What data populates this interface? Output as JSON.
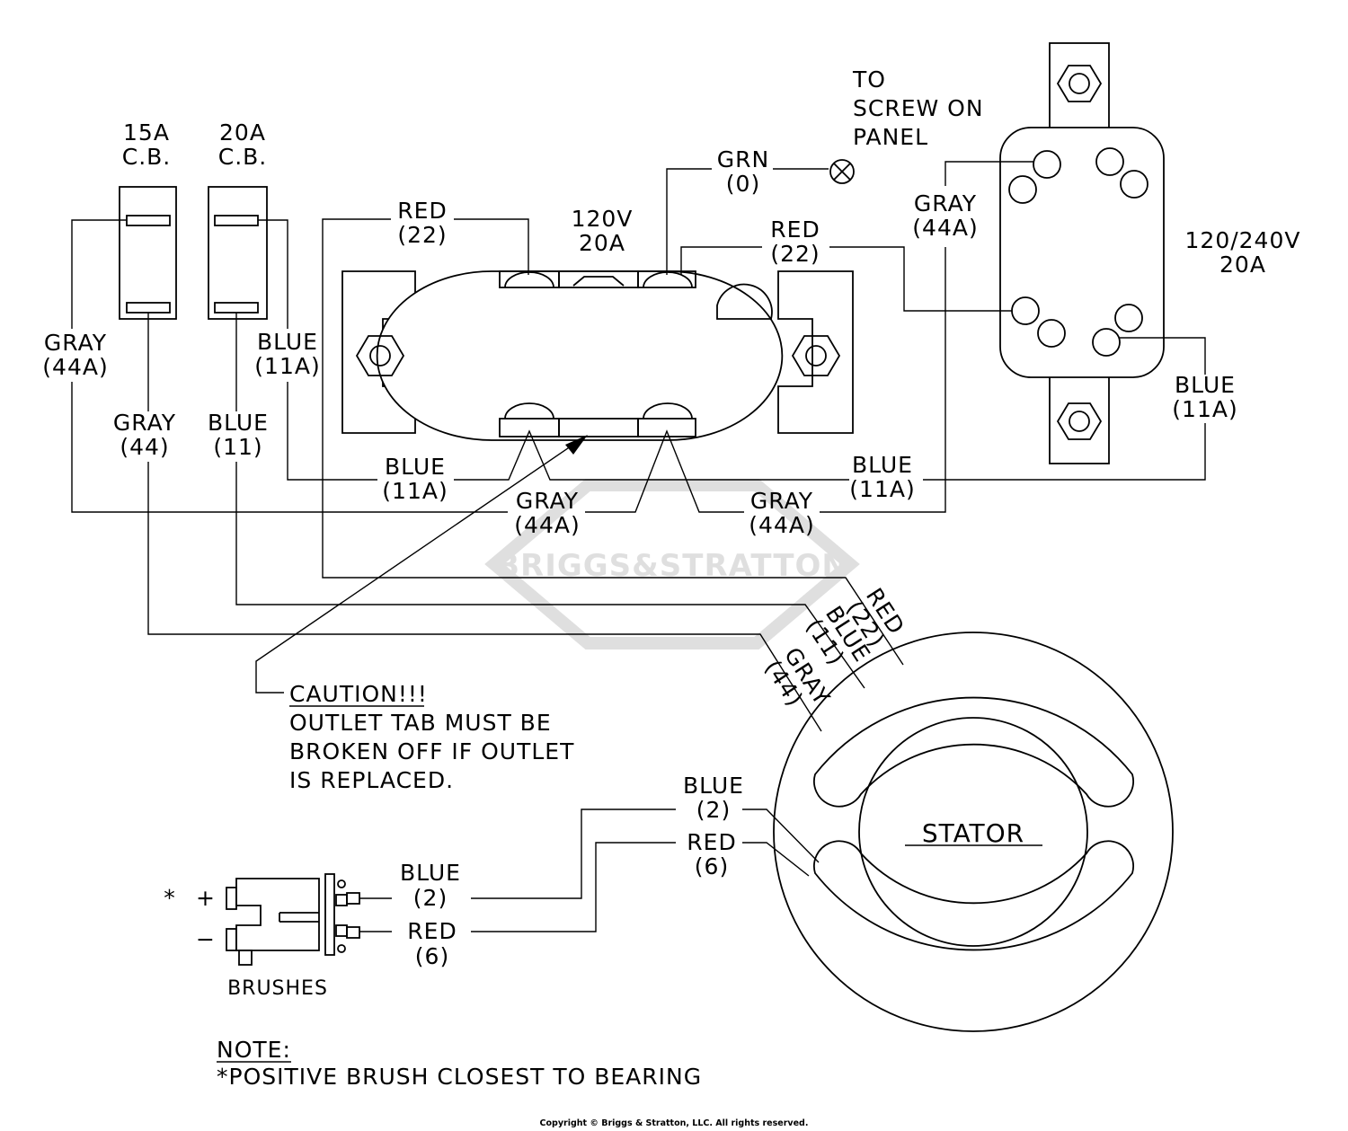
{
  "breakers": {
    "cb15_rating": "15A",
    "cb15_label": "C.B.",
    "cb20_rating": "20A",
    "cb20_label": "C.B."
  },
  "outlet_120": {
    "voltage": "120V",
    "amps": "20A"
  },
  "outlet_240": {
    "voltage": "120/240V",
    "amps": "20A"
  },
  "ground": {
    "line1": "TO",
    "line2": "SCREW ON",
    "line3": "PANEL",
    "wire_color": "GRN",
    "wire_num": "(0)"
  },
  "wires": {
    "red22_top_left": {
      "color": "RED",
      "num": "(22)"
    },
    "red22_top_right": {
      "color": "RED",
      "num": "(22)"
    },
    "gray44a_right": {
      "color": "GRAY",
      "num": "(44A)"
    },
    "gray44a_left": {
      "color": "GRAY",
      "num": "(44A)"
    },
    "blue11a_cb": {
      "color": "BLUE",
      "num": "(11A)"
    },
    "blue11a_far": {
      "color": "BLUE",
      "num": "(11A)"
    },
    "gray44_cb": {
      "color": "GRAY",
      "num": "(44)"
    },
    "blue11_cb": {
      "color": "BLUE",
      "num": "(11)"
    },
    "blue11a_under": {
      "color": "BLUE",
      "num": "(11A)"
    },
    "blue11a_mid": {
      "color": "BLUE",
      "num": "(11A)"
    },
    "gray44a_bot_l": {
      "color": "GRAY",
      "num": "(44A)"
    },
    "gray44a_bot_r": {
      "color": "GRAY",
      "num": "(44A)"
    },
    "stator_red22": {
      "color": "RED",
      "num": "(22)"
    },
    "stator_blue11": {
      "color": "BLUE",
      "num": "(11)"
    },
    "stator_gray44": {
      "color": "GRAY",
      "num": "(44)"
    },
    "stator_blue2": {
      "color": "BLUE",
      "num": "(2)"
    },
    "stator_red6": {
      "color": "RED",
      "num": "(6)"
    },
    "brush_blue2": {
      "color": "BLUE",
      "num": "(2)"
    },
    "brush_red6": {
      "color": "RED",
      "num": "(6)"
    }
  },
  "caution": {
    "title": "CAUTION!!!",
    "line1": "OUTLET TAB MUST BE",
    "line2": "BROKEN OFF IF OUTLET",
    "line3": "IS REPLACED."
  },
  "stator_label": "STATOR",
  "brushes": {
    "label": "BRUSHES",
    "asterisk": "*",
    "plus": "+",
    "minus": "−"
  },
  "note": {
    "title": "NOTE:",
    "text": "*POSITIVE BRUSH CLOSEST TO BEARING"
  },
  "watermark": "BRIGGS&STRATTON",
  "copyright": "Copyright © Briggs & Stratton, LLC. All rights reserved."
}
